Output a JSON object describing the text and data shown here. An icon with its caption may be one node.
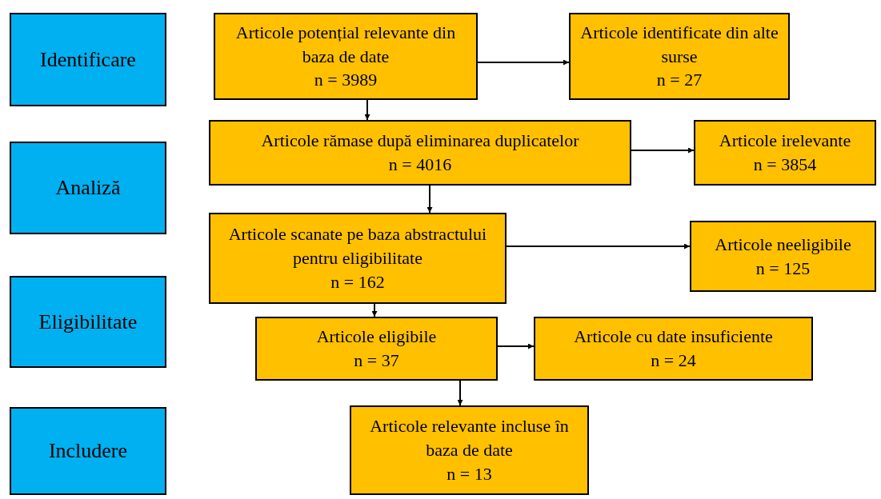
{
  "diagram": {
    "nodes": [
      {
        "text": [
          "Identificare"
        ]
      },
      {
        "text": [
          "Analiză"
        ]
      },
      {
        "text": [
          "Eligibilitate"
        ]
      },
      {
        "text": [
          "Includere"
        ]
      },
      {
        "text": [
          "Articole potențial relevante din baza de date",
          "n = 3989"
        ]
      },
      {
        "text": [
          "Articole identificate din alte surse",
          "n = 27"
        ]
      },
      {
        "text": [
          "Articole rămase după eliminarea duplicatelor",
          "n = 4016"
        ]
      },
      {
        "text": [
          "Articole irelevante",
          "n = 3854"
        ]
      },
      {
        "text": [
          "Articole scanate pe baza abstractului pentru eligibilitate",
          "n = 162"
        ]
      },
      {
        "text": [
          "Articole neeligibile",
          "n = 125"
        ]
      },
      {
        "text": [
          "Articole eligibile",
          "n = 37"
        ]
      },
      {
        "text": [
          "Articole cu date insuficiente",
          "n = 24"
        ]
      },
      {
        "text": [
          "Articole relevante incluse în baza de date",
          "n = 13"
        ]
      }
    ],
    "edges": [
      {
        "from": 4,
        "to": 5,
        "arrow": "to"
      },
      {
        "from": 4,
        "to": 6,
        "arrow": "to"
      },
      {
        "from": 6,
        "to": 7,
        "arrow": "to"
      },
      {
        "from": 6,
        "to": 8,
        "arrow": "to"
      },
      {
        "from": 8,
        "to": 9,
        "arrow": "to"
      },
      {
        "from": 8,
        "to": 10,
        "arrow": "to"
      },
      {
        "from": 10,
        "to": 11,
        "arrow": "to"
      },
      {
        "from": 10,
        "to": 12,
        "arrow": "to"
      }
    ]
  }
}
